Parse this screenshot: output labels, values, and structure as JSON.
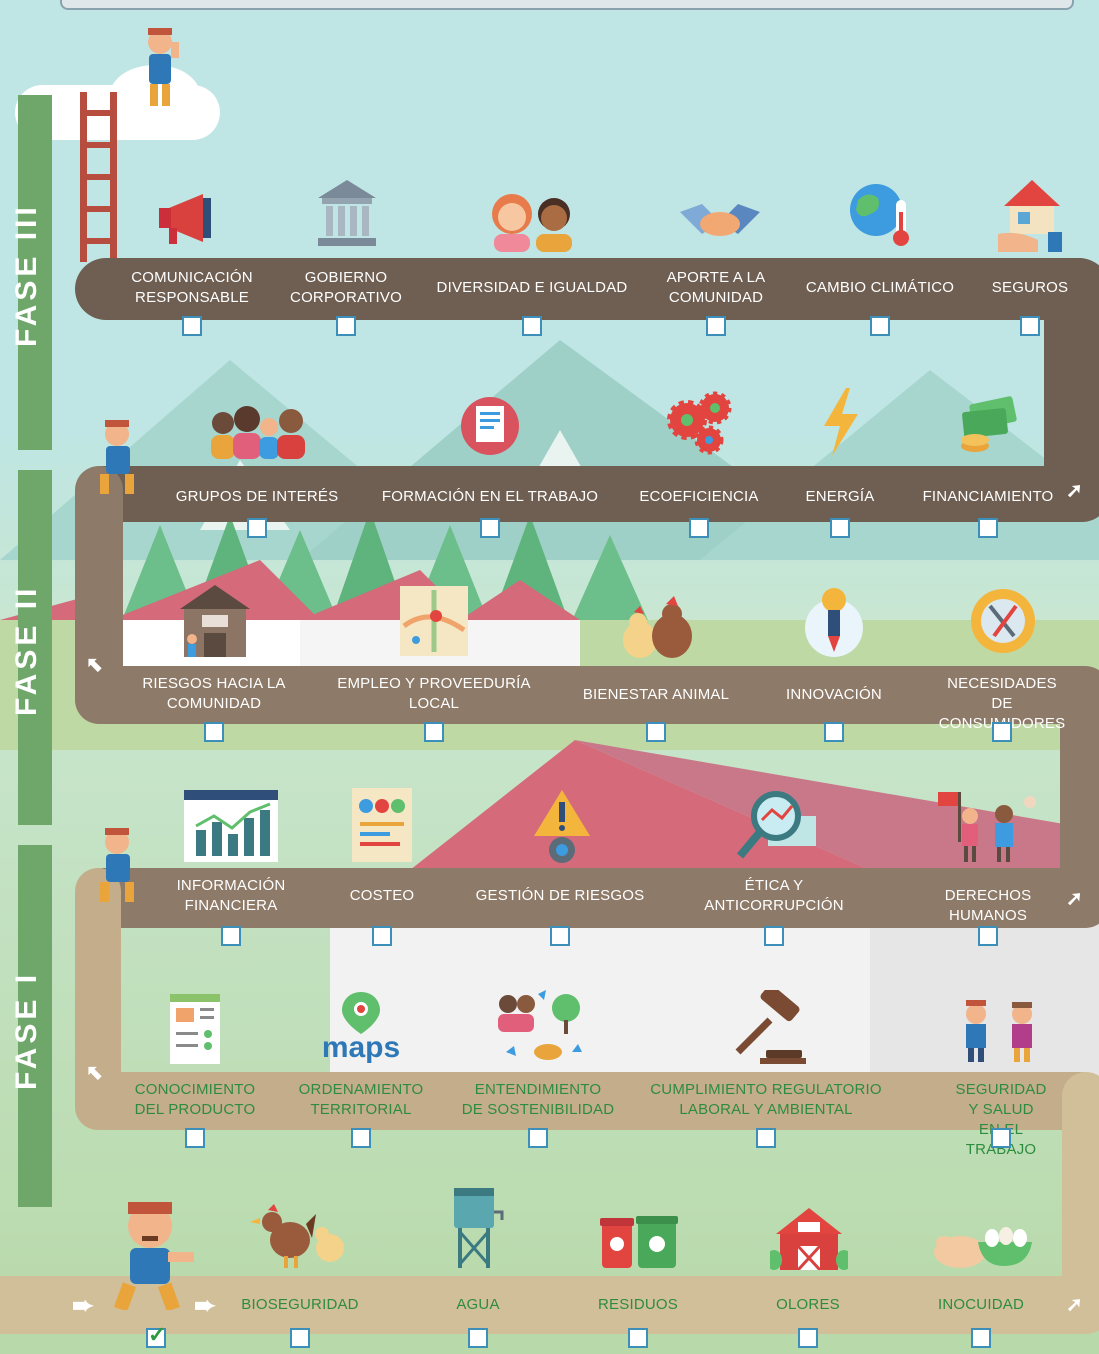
{
  "phases": [
    {
      "label": "FASE III"
    },
    {
      "label": "FASE II"
    },
    {
      "label": "FASE I"
    }
  ],
  "rows": [
    {
      "items": [
        {
          "label": "Comunicación\nresponsable",
          "checked": false,
          "icon": "megaphone-icon"
        },
        {
          "label": "Gobierno\ncorporativo",
          "checked": false,
          "icon": "government-building-icon"
        },
        {
          "label": "Diversidad e igualdad",
          "checked": false,
          "icon": "people-diversity-icon"
        },
        {
          "label": "Aporte a la\ncomunidad",
          "checked": false,
          "icon": "handshake-icon"
        },
        {
          "label": "Cambio climático",
          "checked": false,
          "icon": "globe-thermometer-icon"
        },
        {
          "label": "Seguros",
          "checked": false,
          "icon": "insured-house-icon"
        }
      ]
    },
    {
      "items": [
        {
          "label": "Grupos de interés",
          "checked": false,
          "icon": "stakeholders-group-icon"
        },
        {
          "label": "Formación en el trabajo",
          "checked": false,
          "icon": "training-document-icon"
        },
        {
          "label": "Ecoeficiencia",
          "checked": false,
          "icon": "gears-icon"
        },
        {
          "label": "Energía",
          "checked": false,
          "icon": "lightning-icon"
        },
        {
          "label": "Financiamiento",
          "checked": false,
          "icon": "money-icon"
        }
      ]
    },
    {
      "items": [
        {
          "label": "Riesgos hacia la\ncomunidad",
          "checked": false,
          "icon": "barn-people-icon"
        },
        {
          "label": "Empleo y proveeduría\nlocal",
          "checked": false,
          "icon": "local-map-icon"
        },
        {
          "label": "Bienestar animal",
          "checked": false,
          "icon": "chickens-icon"
        },
        {
          "label": "Innovación",
          "checked": false,
          "icon": "lightbulb-rocket-icon"
        },
        {
          "label": "Necesidades de\nconsumidores",
          "checked": false,
          "icon": "plate-cutlery-icon"
        }
      ]
    },
    {
      "items": [
        {
          "label": "Información\nfinanciera",
          "checked": false,
          "icon": "bar-chart-icon"
        },
        {
          "label": "Costeo",
          "checked": false,
          "icon": "report-icon"
        },
        {
          "label": "Gestión de riesgos",
          "checked": false,
          "icon": "warning-sign-icon"
        },
        {
          "label": "Ética y\nanticorrupción",
          "checked": false,
          "icon": "magnifier-chart-icon"
        },
        {
          "label": "Derechos humanos",
          "checked": false,
          "icon": "human-rights-icon"
        }
      ]
    },
    {
      "items": [
        {
          "label": "Conocimiento\ndel producto",
          "checked": false,
          "icon": "product-sheet-icon"
        },
        {
          "label": "Ordenamiento\nterritorial",
          "checked": false,
          "icon": "maps-pin-icon"
        },
        {
          "label": "Entendimiento\nde sostenibilidad",
          "checked": false,
          "icon": "sustainability-cycle-icon"
        },
        {
          "label": "Cumplimiento regulatorio\nlaboral y ambiental",
          "checked": false,
          "icon": "gavel-icon"
        },
        {
          "label": "Seguridad y salud\nen el trabajo",
          "checked": false,
          "icon": "workers-icon"
        }
      ]
    },
    {
      "items": [
        {
          "label": "",
          "checked": true,
          "icon": "farmer-icon"
        },
        {
          "label": "Bioseguridad",
          "checked": false,
          "icon": "rooster-hen-icon"
        },
        {
          "label": "Agua",
          "checked": false,
          "icon": "water-tower-icon"
        },
        {
          "label": "Residuos",
          "checked": false,
          "icon": "recycling-bins-icon"
        },
        {
          "label": "Olores",
          "checked": false,
          "icon": "barn-icon"
        },
        {
          "label": "Inocuidad",
          "checked": false,
          "icon": "chicken-eggs-icon"
        }
      ]
    }
  ],
  "maps_icon_text": "maps",
  "colors": {
    "sky": "#bfe6e4",
    "road_dark": "#6f5f52",
    "road_light": "#c4ad8b",
    "phase_bar": "#6fa76b",
    "label_green": "#2e8c3f",
    "checkbox_border": "#3b8fb8"
  }
}
